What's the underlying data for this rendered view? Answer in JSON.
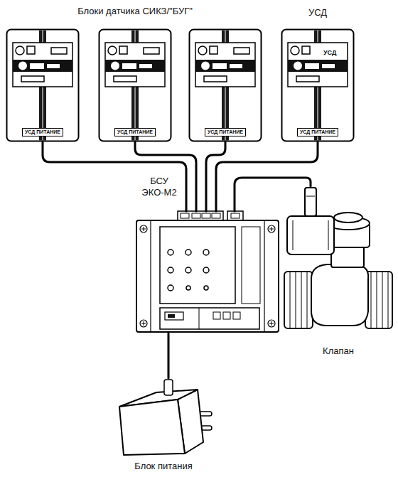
{
  "diagram": {
    "nodes": [
      {
        "text": [
          "УСД ПИТАНИЕ"
        ]
      },
      {
        "text": [
          "УСД ПИТАНИЕ"
        ]
      },
      {
        "text": [
          "УСД ПИТАНИЕ"
        ]
      },
      {
        "text": [
          "УСД",
          "УСД",
          "УСД ПИТАНИЕ"
        ]
      },
      {
        "text": [
          "БСУ ЭКО-М2"
        ]
      },
      {
        "text": [
          "Клапан"
        ]
      },
      {
        "text": [
          "Блок питания"
        ]
      }
    ],
    "edges": [
      {
        "from": 0,
        "to": 4,
        "arrow": "none"
      },
      {
        "from": 1,
        "to": 4,
        "arrow": "none"
      },
      {
        "from": 2,
        "to": 4,
        "arrow": "none"
      },
      {
        "from": 3,
        "to": 4,
        "arrow": "none"
      },
      {
        "from": 4,
        "to": 5,
        "arrow": "none"
      },
      {
        "from": 4,
        "to": 6,
        "arrow": "none"
      }
    ],
    "labels": [
      "Блоки датчика СИКЗ/\"БУГ\""
    ]
  }
}
